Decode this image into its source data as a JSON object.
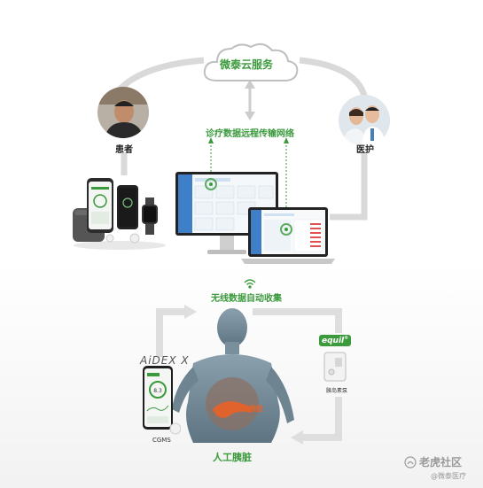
{
  "cloud_service": {
    "label": "微泰云服务"
  },
  "transmission": {
    "label": "诊疗数据远程传输网络"
  },
  "patient": {
    "label": "患者"
  },
  "doctor": {
    "label": "医护"
  },
  "wireless": {
    "label": "无线数据自动收集"
  },
  "pump": {
    "brand": "equil",
    "reg": "®",
    "label": "胰岛素泵"
  },
  "cgm": {
    "brand": "AiDEX X",
    "label": "CGMS"
  },
  "organ": {
    "label": "胰脏"
  },
  "artificial_pancreas": {
    "label": "人工胰脏"
  },
  "watermark": {
    "main": "老虎社区",
    "sub": "@微泰医疗"
  },
  "colors": {
    "accent": "#3a9a3c",
    "loop": "#d9d9d9",
    "screen": "#3f7fc8"
  }
}
